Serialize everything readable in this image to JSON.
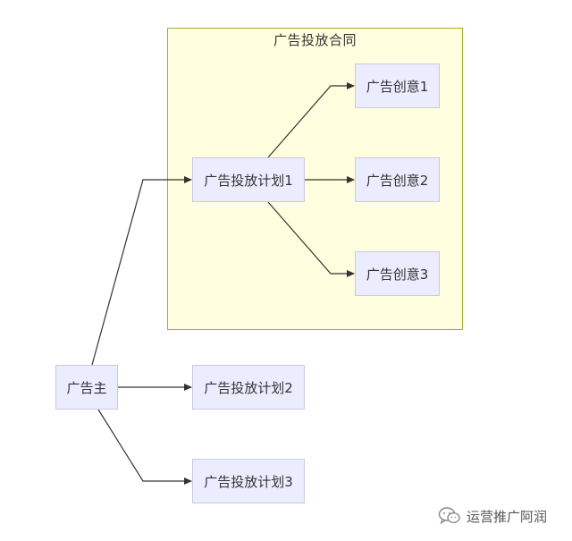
{
  "cluster": {
    "title": "广告投放合同"
  },
  "nodes": {
    "advertiser": "广告主",
    "plan1": "广告投放计划1",
    "plan2": "广告投放计划2",
    "plan3": "广告投放计划3",
    "creative1": "广告创意1",
    "creative2": "广告创意2",
    "creative3": "广告创意3"
  },
  "edges": [
    {
      "from": "advertiser",
      "to": "plan1"
    },
    {
      "from": "advertiser",
      "to": "plan2"
    },
    {
      "from": "advertiser",
      "to": "plan3"
    },
    {
      "from": "plan1",
      "to": "creative1"
    },
    {
      "from": "plan1",
      "to": "creative2"
    },
    {
      "from": "plan1",
      "to": "creative3"
    }
  ],
  "watermark": {
    "text": "运营推广阿润",
    "icon": "wechat-icon"
  },
  "colors": {
    "node_fill": "#ececff",
    "node_border": "#c9c9e6",
    "cluster_fill": "#fffede",
    "cluster_border": "#aaaa33",
    "edge": "#333333"
  }
}
